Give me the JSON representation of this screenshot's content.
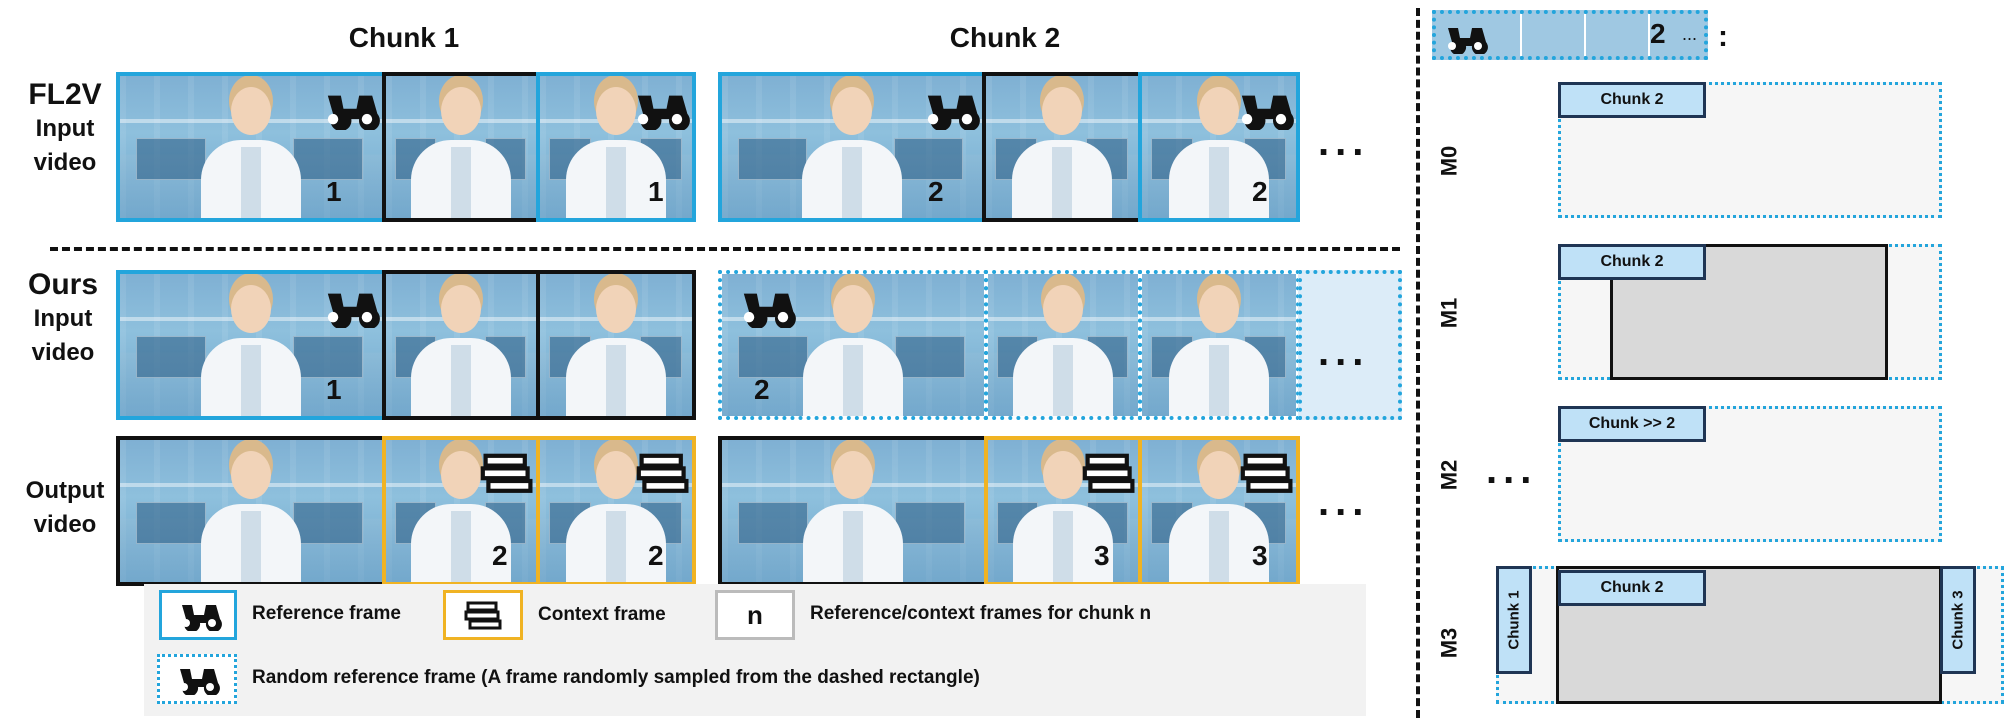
{
  "chunk_titles": [
    "Chunk 1",
    "Chunk 2"
  ],
  "rows": {
    "fl2v": {
      "name": "FL2V",
      "sub1": "Input",
      "sub2": "video"
    },
    "ours": {
      "name": "Ours",
      "sub1": "Input",
      "sub2": "video"
    },
    "output": {
      "sub1": "Output",
      "sub2": "video"
    }
  },
  "frame_numbers": {
    "fl2v_c1": [
      "1",
      "1"
    ],
    "fl2v_c2": [
      "2",
      "2"
    ],
    "ours_c1": "1",
    "ours_c2": "2",
    "out_c1": [
      "2",
      "2"
    ],
    "out_c2": [
      "3",
      "3"
    ]
  },
  "ellipsis": "...",
  "legend": {
    "reference": "Reference frame",
    "context": "Context frame",
    "n_symbol": "n",
    "n_desc": "Reference/context frames for chunk n",
    "random": "Random reference frame (A frame randomly sampled from the dashed rectangle)"
  },
  "right_panel": {
    "header_num": "2",
    "header_dots": "...",
    "header_colon": ":",
    "mask_labels": [
      "M0",
      "M1",
      "M2",
      "M3"
    ],
    "tags": {
      "m0": "Chunk 2",
      "m1": "Chunk 2",
      "m2": "Chunk >> 2",
      "m3": "Chunk 2",
      "m3_left": "Chunk 1",
      "m3_right": "Chunk 3"
    },
    "side_dots": "..."
  },
  "colors": {
    "reference_blue": "#23a5dc",
    "context_yellow": "#f0b323",
    "tag_fill": "#bfe1f7",
    "tag_border": "#1f3554"
  },
  "icons": {
    "reference": "binoculars-icon",
    "context": "books-icon"
  }
}
